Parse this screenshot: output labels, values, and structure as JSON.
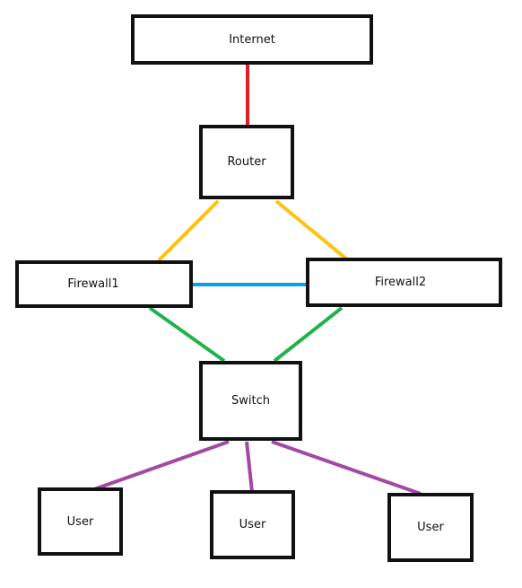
{
  "nodes": {
    "internet": "Internet",
    "router": "Router",
    "firewall1": "Firewall1",
    "firewall2": "Firewall2",
    "switch": "Switch",
    "user1": "User",
    "user2": "User",
    "user3": "User"
  },
  "links": [
    {
      "from": "internet",
      "to": "router",
      "color": "#e31b23"
    },
    {
      "from": "router",
      "to": "firewall1",
      "color": "#ffc20e"
    },
    {
      "from": "router",
      "to": "firewall2",
      "color": "#ffc20e"
    },
    {
      "from": "firewall1",
      "to": "firewall2",
      "color": "#00a2e8"
    },
    {
      "from": "firewall1",
      "to": "switch",
      "color": "#22b14c"
    },
    {
      "from": "firewall2",
      "to": "switch",
      "color": "#22b14c"
    },
    {
      "from": "switch",
      "to": "user1",
      "color": "#a349a4"
    },
    {
      "from": "switch",
      "to": "user2",
      "color": "#a349a4"
    },
    {
      "from": "switch",
      "to": "user3",
      "color": "#a349a4"
    }
  ],
  "colors": {
    "border": "#111111",
    "background": "#ffffff"
  }
}
